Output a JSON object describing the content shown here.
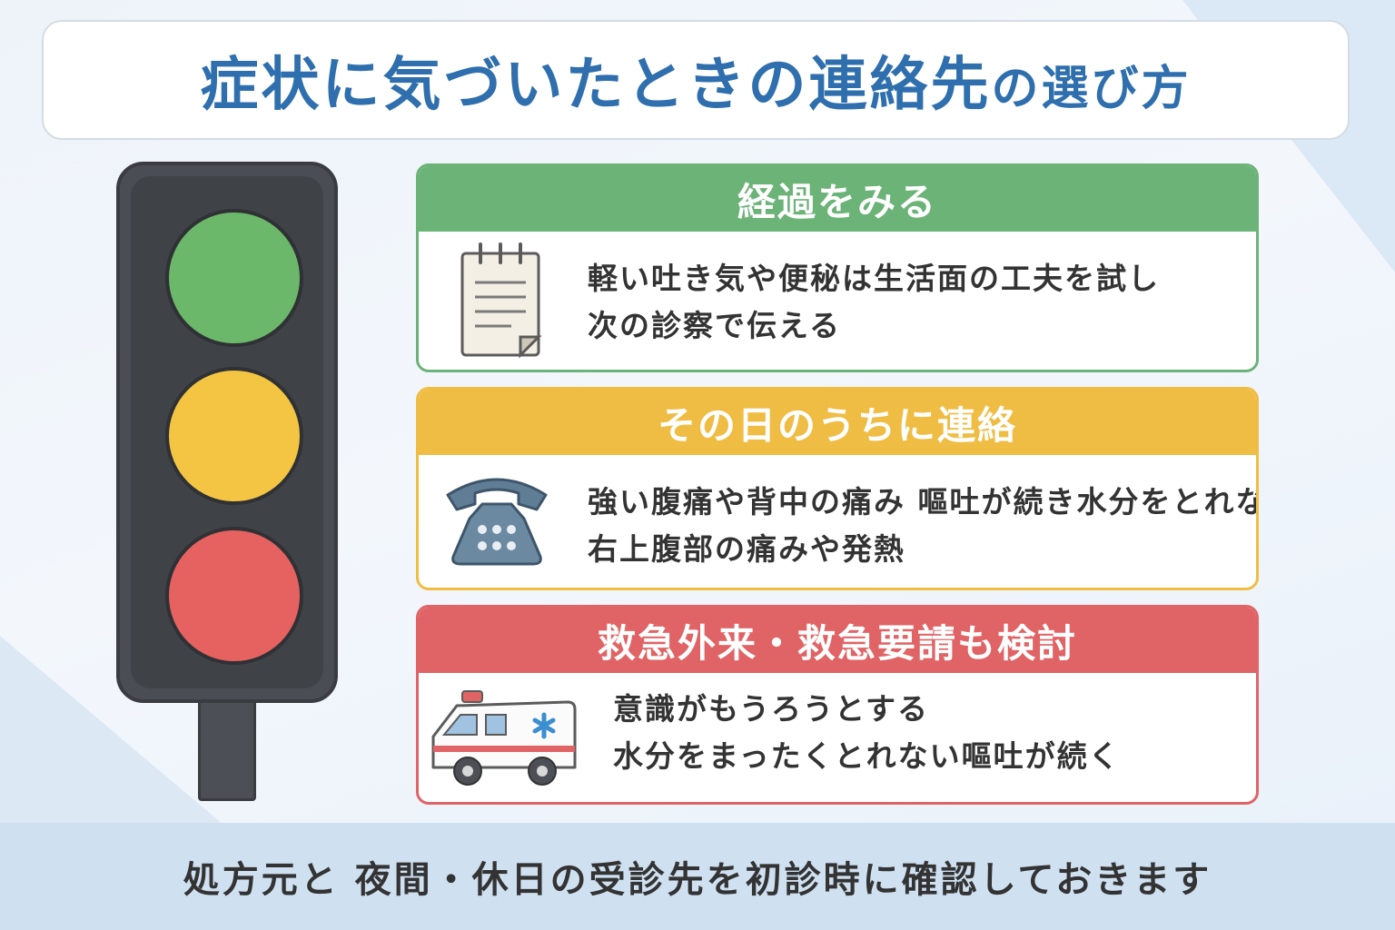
{
  "title": {
    "main": "症状に気づいたときの連絡先",
    "sub": "の選び方"
  },
  "cards": [
    {
      "header": "経過をみる",
      "icon": "notepad-icon",
      "lines": [
        "軽い吐き気や便秘は生活面の工夫を試し",
        "次の診察で伝える"
      ],
      "color": "#6cb378"
    },
    {
      "header": "その日のうちに連絡",
      "icon": "telephone-icon",
      "lines": [
        "強い腹痛や背中の痛み 嘔吐が続き水分をとれない",
        "右上腹部の痛みや発熱"
      ],
      "color": "#f0bd44"
    },
    {
      "header": "救急外来・救急要請も検討",
      "icon": "ambulance-icon",
      "lines": [
        "意識がもうろうとする",
        "水分をまったくとれない嘔吐が続く"
      ],
      "color": "#e06466"
    }
  ],
  "traffic_light": {
    "colors": [
      "#6cb86a",
      "#f4c542",
      "#e66260"
    ]
  },
  "footer": {
    "text": "処方元と 夜間・休日の受診先を初診時に確認しておきます"
  }
}
